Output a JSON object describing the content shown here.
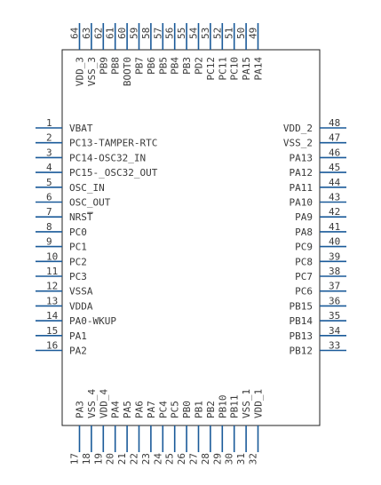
{
  "chip": {
    "left_pins": [
      {
        "num": "1",
        "label": "VBAT"
      },
      {
        "num": "2",
        "label": "PC13-TAMPER-RTC"
      },
      {
        "num": "3",
        "label": "PC14-OSC32_IN"
      },
      {
        "num": "4",
        "label": "PC15-_OSC32_OUT"
      },
      {
        "num": "5",
        "label": "OSC_IN"
      },
      {
        "num": "6",
        "label": "OSC_OUT"
      },
      {
        "num": "7",
        "label": "NRST",
        "overbar": true
      },
      {
        "num": "8",
        "label": "PC0"
      },
      {
        "num": "9",
        "label": "PC1"
      },
      {
        "num": "10",
        "label": "PC2"
      },
      {
        "num": "11",
        "label": "PC3"
      },
      {
        "num": "12",
        "label": "VSSA"
      },
      {
        "num": "13",
        "label": "VDDA"
      },
      {
        "num": "14",
        "label": "PA0-WKUP"
      },
      {
        "num": "15",
        "label": "PA1"
      },
      {
        "num": "16",
        "label": "PA2"
      }
    ],
    "bottom_pins": [
      {
        "num": "17",
        "label": "PA3"
      },
      {
        "num": "18",
        "label": "VSS_4"
      },
      {
        "num": "19",
        "label": "VDD_4"
      },
      {
        "num": "20",
        "label": "PA4"
      },
      {
        "num": "21",
        "label": "PA5"
      },
      {
        "num": "22",
        "label": "PA6"
      },
      {
        "num": "23",
        "label": "PA7"
      },
      {
        "num": "24",
        "label": "PC4"
      },
      {
        "num": "25",
        "label": "PC5"
      },
      {
        "num": "26",
        "label": "PB0"
      },
      {
        "num": "27",
        "label": "PB1"
      },
      {
        "num": "28",
        "label": "PB2"
      },
      {
        "num": "29",
        "label": "PB10"
      },
      {
        "num": "30",
        "label": "PB11"
      },
      {
        "num": "31",
        "label": "VSS_1"
      },
      {
        "num": "32",
        "label": "VDD_1"
      }
    ],
    "right_pins": [
      {
        "num": "48",
        "label": "VDD_2"
      },
      {
        "num": "47",
        "label": "VSS_2"
      },
      {
        "num": "46",
        "label": "PA13"
      },
      {
        "num": "45",
        "label": "PA12"
      },
      {
        "num": "44",
        "label": "PA11"
      },
      {
        "num": "43",
        "label": "PA10"
      },
      {
        "num": "42",
        "label": "PA9"
      },
      {
        "num": "41",
        "label": "PA8"
      },
      {
        "num": "40",
        "label": "PC9"
      },
      {
        "num": "39",
        "label": "PC8"
      },
      {
        "num": "38",
        "label": "PC7"
      },
      {
        "num": "37",
        "label": "PC6"
      },
      {
        "num": "36",
        "label": "PB15"
      },
      {
        "num": "35",
        "label": "PB14"
      },
      {
        "num": "34",
        "label": "PB13"
      },
      {
        "num": "33",
        "label": "PB12"
      }
    ],
    "top_pins": [
      {
        "num": "64",
        "label": "VDD_3"
      },
      {
        "num": "63",
        "label": "VSS_3"
      },
      {
        "num": "62",
        "label": "PB9"
      },
      {
        "num": "61",
        "label": "PB8"
      },
      {
        "num": "60",
        "label": "BOOT0"
      },
      {
        "num": "59",
        "label": "PB7"
      },
      {
        "num": "58",
        "label": "PB6"
      },
      {
        "num": "57",
        "label": "PB5"
      },
      {
        "num": "56",
        "label": "PB4"
      },
      {
        "num": "55",
        "label": "PB3"
      },
      {
        "num": "54",
        "label": "PD2"
      },
      {
        "num": "53",
        "label": "PC12"
      },
      {
        "num": "52",
        "label": "PC11"
      },
      {
        "num": "51",
        "label": "PC10"
      },
      {
        "num": "50",
        "label": "PA15"
      },
      {
        "num": "49",
        "label": "PA14"
      }
    ]
  },
  "colors": {
    "pin_stub": "#1a5a99",
    "body_outline": "#222222",
    "text": "#3a3a3a",
    "background": "#ffffff"
  }
}
